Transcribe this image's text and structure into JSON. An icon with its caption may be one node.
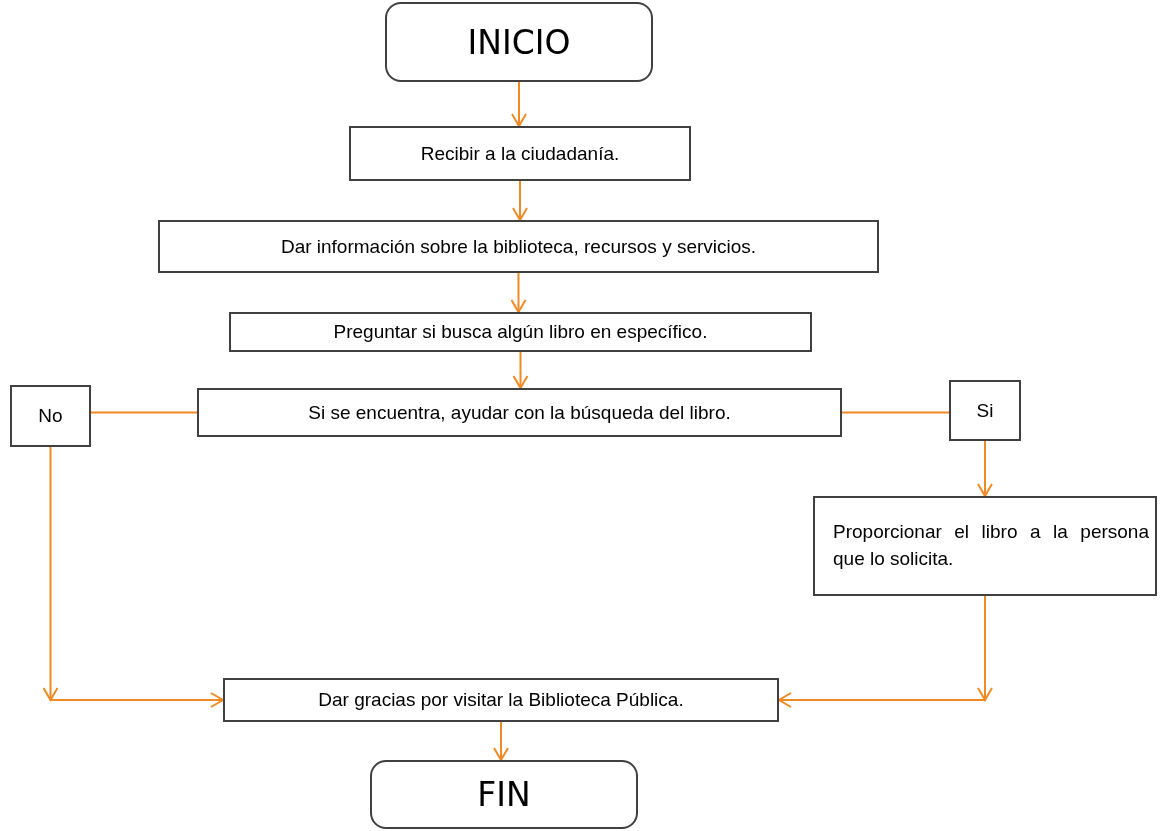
{
  "diagram": {
    "nodes": [
      {
        "text": [
          "INICIO"
        ]
      },
      {
        "text": [
          "Recibir a la ciudadanía."
        ]
      },
      {
        "text": [
          "Dar información sobre la biblioteca, recursos y servicios."
        ]
      },
      {
        "text": [
          "Preguntar si busca algún libro en específico."
        ]
      },
      {
        "text": [
          "Si se encuentra, ayudar con la búsqueda del libro."
        ]
      },
      {
        "text": [
          "No"
        ]
      },
      {
        "text": [
          "Si"
        ]
      },
      {
        "text": [
          "Proporcionar el libro a la persona que lo solicita."
        ]
      },
      {
        "text": [
          "Dar gracias por visitar la Biblioteca Pública."
        ]
      },
      {
        "text": [
          "FIN"
        ]
      }
    ],
    "edges": [
      {
        "from": 0,
        "to": 1,
        "arrow": "to"
      },
      {
        "from": 1,
        "to": 2,
        "arrow": "to"
      },
      {
        "from": 2,
        "to": 3,
        "arrow": "to"
      },
      {
        "from": 3,
        "to": 4,
        "arrow": "to"
      },
      {
        "from": 4,
        "to": 5,
        "arrow": "none"
      },
      {
        "from": 4,
        "to": 6,
        "arrow": "none"
      },
      {
        "from": 6,
        "to": 7,
        "arrow": "to"
      },
      {
        "from": 5,
        "to": 8,
        "arrow": "to"
      },
      {
        "from": 7,
        "to": 8,
        "arrow": "to"
      },
      {
        "from": 8,
        "to": 9,
        "arrow": "to"
      }
    ]
  }
}
